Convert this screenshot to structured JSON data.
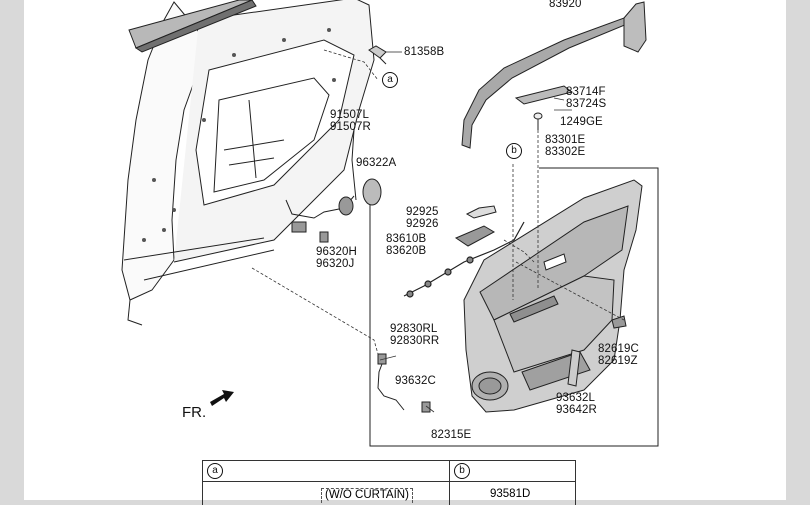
{
  "callouts": {
    "a": "a",
    "b": "b"
  },
  "labels": {
    "p83920": "83920",
    "p81358B": "81358B",
    "p83714F": "83714F",
    "p83724S": "83724S",
    "p1249GE": "1249GE",
    "p91507L": "91507L",
    "p91507R": "91507R",
    "p83301E": "83301E",
    "p83302E": "83302E",
    "p96322A": "96322A",
    "p92925": "92925",
    "p92926": "92926",
    "p83610B": "83610B",
    "p83620B": "83620B",
    "p96320H": "96320H",
    "p96320J": "96320J",
    "p92830RL": "92830RL",
    "p92830RR": "92830RR",
    "p82619C": "82619C",
    "p82619Z": "82619Z",
    "p93632C": "93632C",
    "p93632L": "93632L",
    "p93642R": "93642R",
    "p82315E": "82315E"
  },
  "direction": "FR.",
  "legend": {
    "a_key": "a",
    "b_key": "b",
    "a_condition": "(W/O CURTAIN)",
    "b_part": "93581D"
  },
  "colors": {
    "part_fill": "#c8c8c8",
    "part_dark": "#8e8e8e",
    "line": "#222222"
  }
}
